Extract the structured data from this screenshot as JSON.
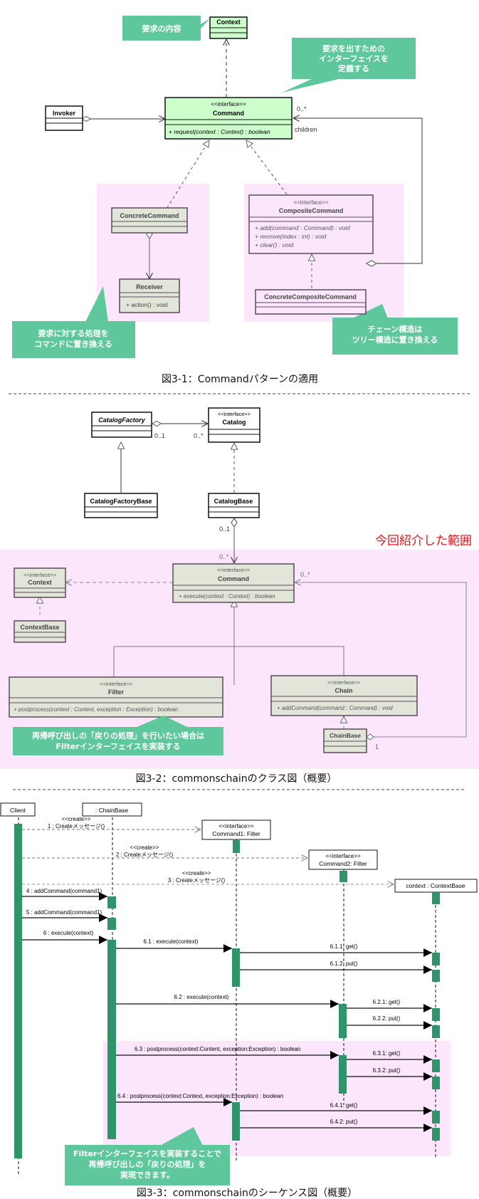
{
  "colors": {
    "note_green": "#5fc79c",
    "scope_pink": "#fbe6fb",
    "class_green": "#ccffcc",
    "class_gray": "#e1e6d9",
    "activation": "#2f946a",
    "scope_label": "#e8141b"
  },
  "figure1": {
    "caption": "図3-1：Commandパターンの適用",
    "classes": {
      "context": {
        "name": "Context"
      },
      "invoker": {
        "name": "Invoker"
      },
      "command": {
        "stereotype": "<<interface>>",
        "name": "Command",
        "ops": [
          "+ request(context : Context) : boolean"
        ]
      },
      "concrete_command": {
        "name": "ConcreteCommand"
      },
      "receiver": {
        "name": "Receiver",
        "ops": [
          "+ action() : void"
        ]
      },
      "composite_command": {
        "stereotype": "<<interface>>",
        "name": "CompositeCommand",
        "ops": [
          "+ add(command : Command) : void",
          "+ reomve(index : int) : void",
          "+ clear() : void"
        ]
      },
      "concrete_composite": {
        "name": "ConcreteCompositeCommand"
      }
    },
    "labels": {
      "multiplicity": "0..*",
      "role": "children"
    },
    "notes": {
      "context_note": [
        "要求の内容"
      ],
      "command_note": [
        "要求を出すための",
        "インターフェイスを",
        "定義する"
      ],
      "concrete_note": [
        "要求に対する処理を",
        "コマンドに置き換える"
      ],
      "composite_note": [
        "チェーン構造は",
        "ツリー構造に置き換える"
      ]
    }
  },
  "figure2": {
    "caption": "図3-2：commonschainのクラス図（概要）",
    "scope_label": "今回紹介した範囲",
    "classes": {
      "catalog_factory": {
        "name": "CatalogFactory"
      },
      "catalog": {
        "stereotype": "<<interface>>",
        "name": "Catalog"
      },
      "catalog_factory_base": {
        "name": "CatalogFactoryBase"
      },
      "catalog_base": {
        "name": "CatalogBase"
      },
      "context": {
        "stereotype": "<<interface>>",
        "name": "Context"
      },
      "context_base": {
        "name": "ContextBase"
      },
      "command": {
        "stereotype": "<<interface>>",
        "name": "Command",
        "ops": [
          "+ execute(context : Context) : boolean"
        ]
      },
      "filter": {
        "stereotype": "<<interface>>",
        "name": "Filter",
        "ops": [
          "+ postprocess(context : Context,  exception : Exception) : boolean"
        ]
      },
      "chain": {
        "stereotype": "<<interface>>",
        "name": "Chain",
        "ops": [
          "+ addCommand(command : Command) : void"
        ]
      },
      "chain_base": {
        "name": "ChainBase"
      }
    },
    "labels": {
      "m01": "0..1",
      "m0n": "0..*",
      "m1": "1"
    },
    "notes": {
      "filter_note": [
        "再帰呼び出しの「戻りの処理」を行いたい場合は",
        "Filterインターフェイスを実装する"
      ]
    }
  },
  "figure3": {
    "caption": "図3-3：commonschainのシーケンス図（概要）",
    "lifelines": {
      "client": "Client",
      "chainbase": ": ChainBase",
      "cmd1_st": "<<interface>>",
      "cmd1": "Command1: Filter",
      "cmd2_st": "<<interface>>",
      "cmd2": "Command2: Filter",
      "context": "context : ContextBase"
    },
    "messages": {
      "create": "<<create>>",
      "m1": "1 : Createメッセージ()",
      "m2": "2 : Createメッセージ()",
      "m3": "3 : Createメッセージ()",
      "m4": "4 : addCommand(command1)",
      "m5": "5 : addCommand(command1)",
      "m6": "6 : execute(context)",
      "m61": "6.1 : execute(context)",
      "m611": "6.1.1: get()",
      "m612": "6.1.2: put()",
      "m62": "6.2 : execute(context)",
      "m621": "6.2.1: get()",
      "m622": "6.2.2: put()",
      "m63": "6.3 : postprocess(context:Content, exception:Exception) : boolean",
      "m631": "6.3.1: get()",
      "m632": "6.3.2: put()",
      "m64": "6.4 : postprocess(context:Context, exception:Exception) : boolean",
      "m641": "6.4.1: get()",
      "m642": "6.4.2: put()"
    },
    "notes": {
      "seq_note": [
        "Filterインターフェイスを実装することで",
        "再帰呼び出しの「戻りの処理」を",
        "実現できます。"
      ]
    }
  }
}
